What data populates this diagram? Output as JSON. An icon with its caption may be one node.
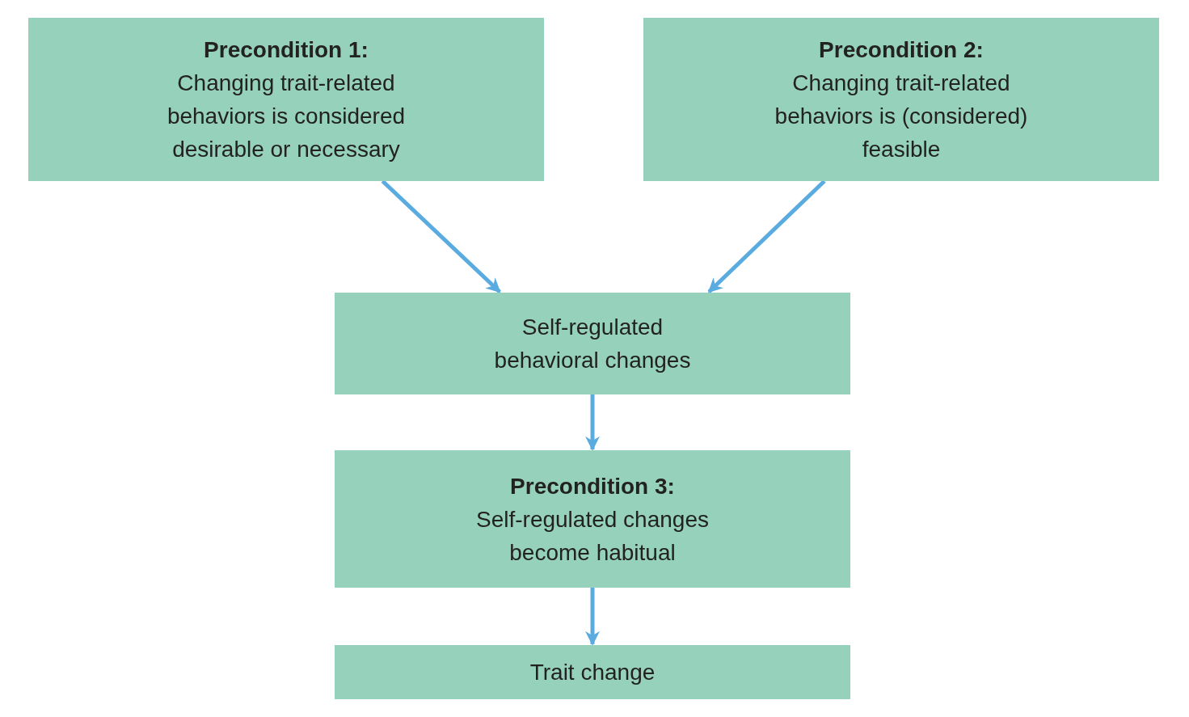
{
  "diagram": {
    "nodes": [
      {
        "text": [
          "Precondition 1:",
          "Changing trait-related behaviors is considered desirable or necessary"
        ]
      },
      {
        "text": [
          "Precondition 2:",
          "Changing trait-related behaviors is (considered) feasible"
        ]
      },
      {
        "text": [
          "Self-regulated behavioral changes"
        ]
      },
      {
        "text": [
          "Precondition 3:",
          "Self-regulated changes become habitual"
        ]
      },
      {
        "text": [
          "Trait change"
        ]
      }
    ],
    "edges": [
      {
        "from": 0,
        "to": 2,
        "arrow": "to"
      },
      {
        "from": 1,
        "to": 2,
        "arrow": "to"
      },
      {
        "from": 2,
        "to": 3,
        "arrow": "to"
      },
      {
        "from": 3,
        "to": 4,
        "arrow": "to"
      }
    ]
  }
}
